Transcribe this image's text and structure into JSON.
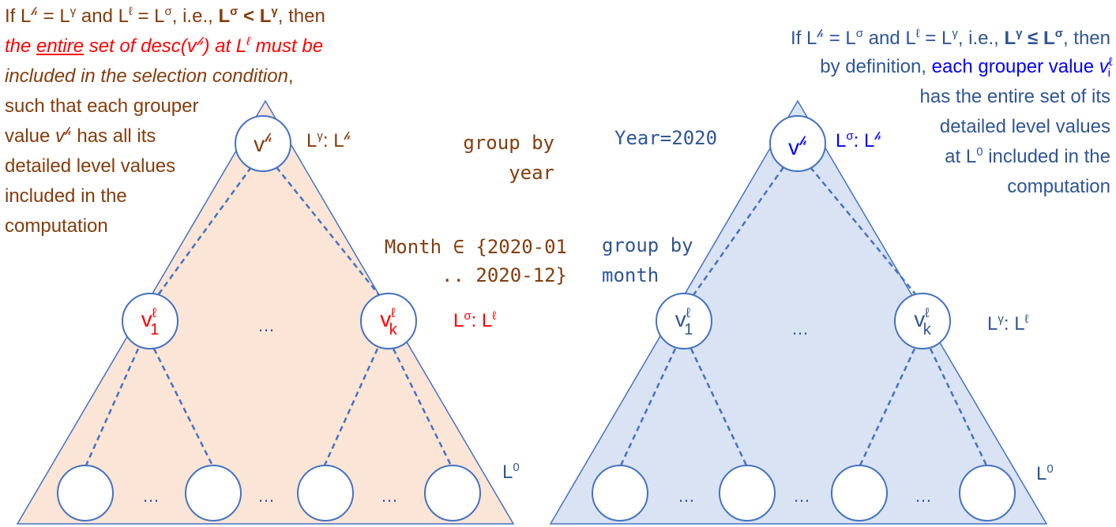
{
  "left_tree": {
    "fill": "#FBE5D6",
    "edge_color": "#4472C4",
    "note": {
      "line1_pre": "If L",
      "line1_sup1": "𝒽",
      "line1_mid1": " = L",
      "line1_sup2": "γ",
      "line1_mid2": " and L",
      "line1_sup3": "ℓ",
      "line1_mid3": " = L",
      "line1_sup4": "σ",
      "line1_mid4": ", i.e., ",
      "line1_bold": "L",
      "line1_bold_sup1": "σ",
      "line1_bold_mid": " < L",
      "line1_bold_sup2": "γ",
      "line1_end": ", then",
      "line2_a": "the ",
      "line2_ul": "entire",
      "line2_b": " set of desc(v",
      "line2_sup1": "𝒽",
      "line2_c": ") at L",
      "line2_sup2": "ℓ",
      "line2_d": " must be",
      "line3": "included in the selection condition",
      "line3_comma": ",",
      "line4": "such that each grouper",
      "line5_a": "value ",
      "line5_v": "v",
      "line5_sup": "𝒽",
      "line5_b": " has all its",
      "line6": "detailed level values",
      "line7": "included in the",
      "line8": "computation"
    },
    "group_by_line1": "group by",
    "group_by_line2": "year",
    "filter_line1": "Month ∈ {2020-01",
    "filter_line2": ".. 2020-12}",
    "root_level_pre": "L",
    "root_level_sup": "γ",
    "root_level_mid": ": L",
    "root_level_sup2": "𝒽",
    "mid_level_pre": "L",
    "mid_level_sup": "σ",
    "mid_level_mid": ": L",
    "mid_level_sup2": "ℓ",
    "leaf_level_pre": "L",
    "leaf_level_sup": "0",
    "root_node": {
      "v": "v",
      "sup": "𝒽"
    },
    "mid_node_1": {
      "v": "v",
      "sup": "ℓ",
      "sub": "1"
    },
    "mid_node_k": {
      "v": "v",
      "sup": "ℓ",
      "sub": "k"
    },
    "mid_dots": "…",
    "leaf_dots": [
      "…",
      "…",
      "…"
    ]
  },
  "right_tree": {
    "fill": "#DAE3F3",
    "edge_color": "#4472C4",
    "note": {
      "line1_pre": "If L",
      "line1_sup1": "𝒽",
      "line1_mid1": " = L",
      "line1_sup2": "σ",
      "line1_mid2": " and L",
      "line1_sup3": "ℓ",
      "line1_mid3": " = L",
      "line1_sup4": "γ",
      "line1_mid4": ", i.e., ",
      "line1_bold": "L",
      "line1_bold_sup1": "γ",
      "line1_bold_mid": " ≤ L",
      "line1_bold_sup2": "σ",
      "line1_end": ", then",
      "line2_a": "by definition, ",
      "line2_b": "each grouper value ",
      "line2_v": "v",
      "line2_sup": "ℓ",
      "line2_sub": "i",
      "line3": "has the entire set of its",
      "line4": "detailed level values",
      "line5_a": "at L",
      "line5_sup": "0",
      "line5_b": " included in the",
      "line6": "computation"
    },
    "year_filter": "Year=2020",
    "group_by_line1": "group by",
    "group_by_line2": "month",
    "root_level_pre": "L",
    "root_level_sup": "σ",
    "root_level_mid": ": L",
    "root_level_sup2": "𝒽",
    "mid_level_pre": "L",
    "mid_level_sup": "γ",
    "mid_level_mid": ": L",
    "mid_level_sup2": "ℓ",
    "leaf_level_pre": "L",
    "leaf_level_sup": "0",
    "root_node": {
      "v": "v",
      "sup": "𝒽"
    },
    "mid_node_1": {
      "v": "v",
      "sup": "ℓ",
      "sub": "1"
    },
    "mid_node_k": {
      "v": "v",
      "sup": "ℓ",
      "sub": "k"
    },
    "mid_dots": "…",
    "leaf_dots": [
      "…",
      "…",
      "…"
    ]
  }
}
